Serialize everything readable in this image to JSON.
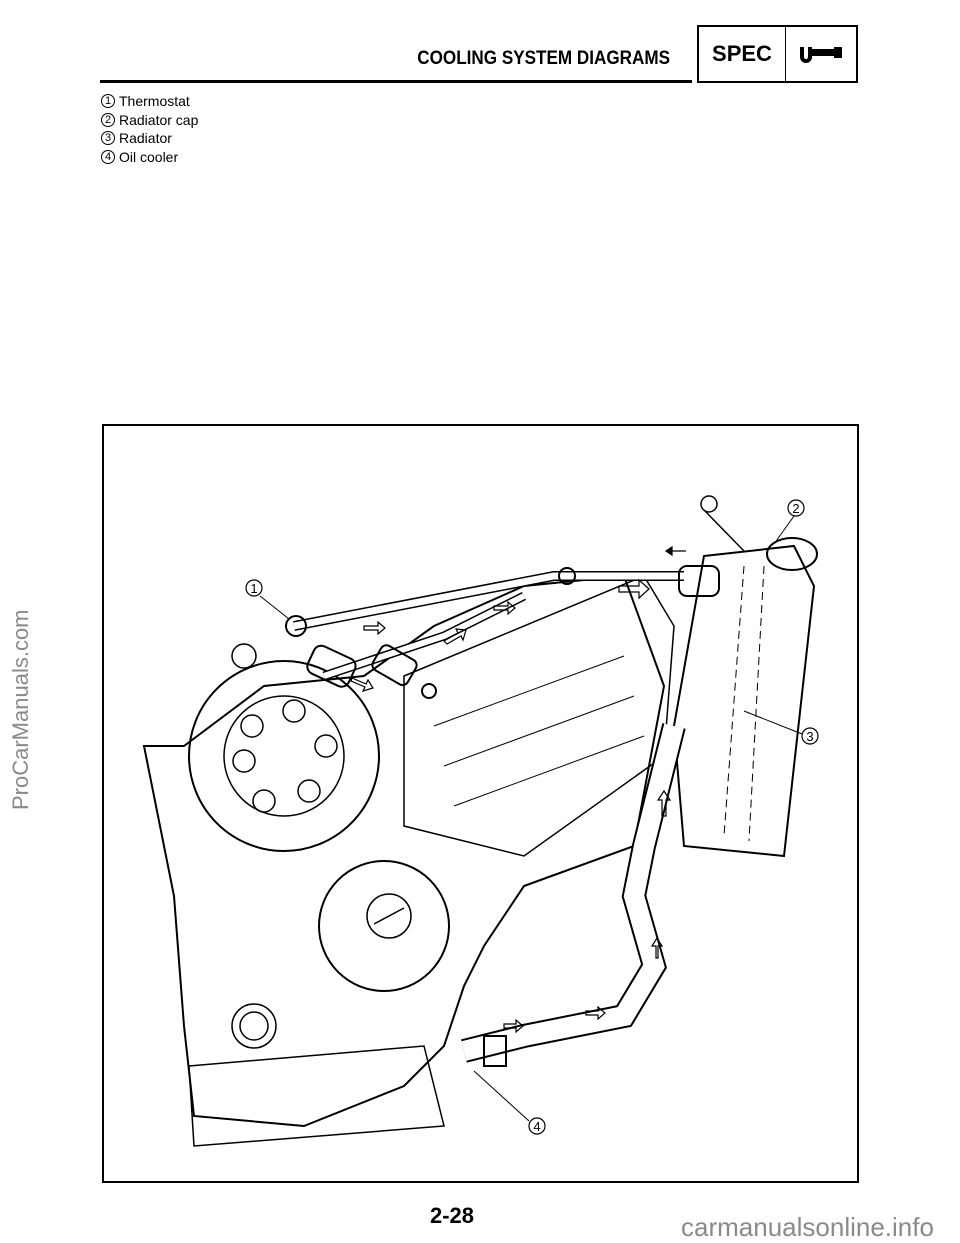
{
  "header": {
    "title": "COOLING SYSTEM DIAGRAMS",
    "badge": "SPEC",
    "badge_icon": "micrometer-icon"
  },
  "legend": [
    {
      "num": "1",
      "label": "Thermostat"
    },
    {
      "num": "2",
      "label": "Radiator cap"
    },
    {
      "num": "3",
      "label": "Radiator"
    },
    {
      "num": "4",
      "label": "Oil cooler"
    }
  ],
  "diagram": {
    "callouts": [
      "1",
      "2",
      "3",
      "4"
    ]
  },
  "footer": {
    "page_number": "2-28"
  },
  "watermarks": {
    "left": "ProCarManuals.com",
    "right": "carmanualsonline.info"
  }
}
